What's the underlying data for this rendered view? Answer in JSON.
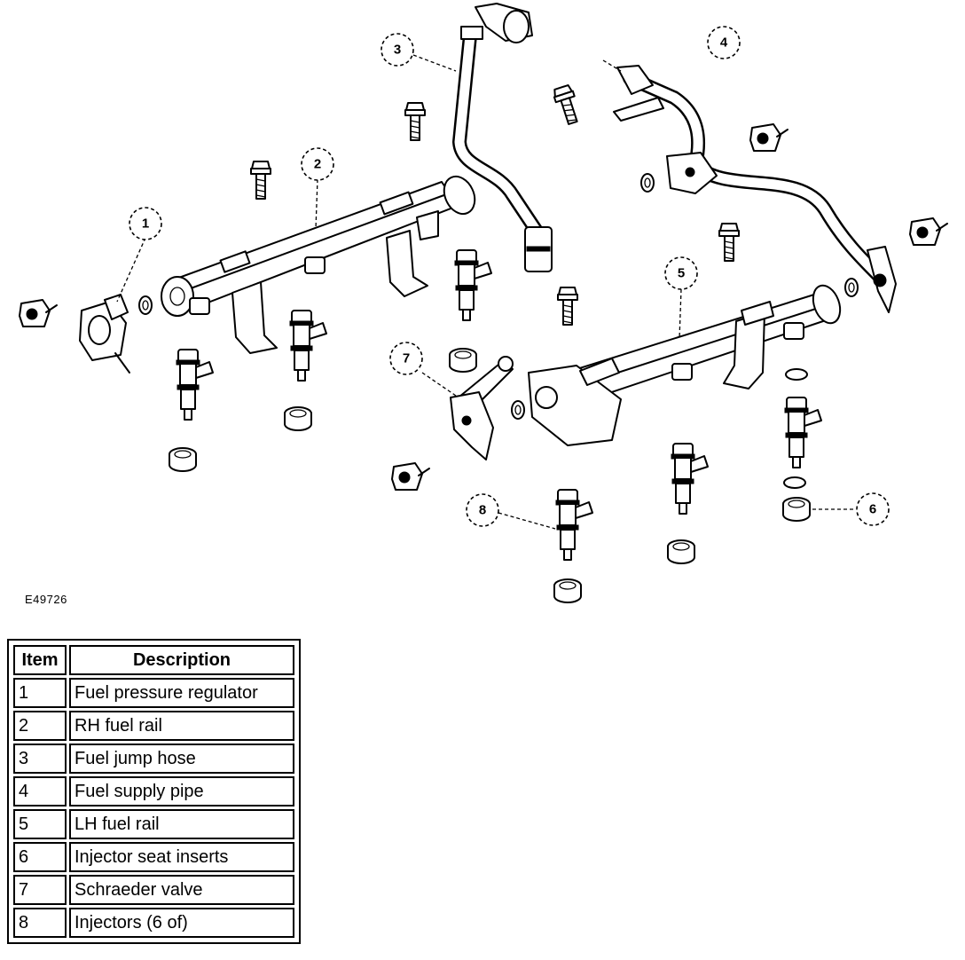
{
  "figure_ref": "E49726",
  "callouts": [
    "1",
    "2",
    "3",
    "4",
    "5",
    "6",
    "7",
    "8"
  ],
  "legend": {
    "headers": {
      "item": "Item",
      "description": "Description"
    },
    "rows": [
      {
        "item": "1",
        "description": "Fuel pressure regulator"
      },
      {
        "item": "2",
        "description": "RH fuel rail"
      },
      {
        "item": "3",
        "description": "Fuel jump hose"
      },
      {
        "item": "4",
        "description": "Fuel supply pipe"
      },
      {
        "item": "5",
        "description": "LH fuel rail"
      },
      {
        "item": "6",
        "description": "Injector seat inserts"
      },
      {
        "item": "7",
        "description": "Schraeder valve"
      },
      {
        "item": "8",
        "description": "Injectors (6 of)"
      }
    ]
  }
}
